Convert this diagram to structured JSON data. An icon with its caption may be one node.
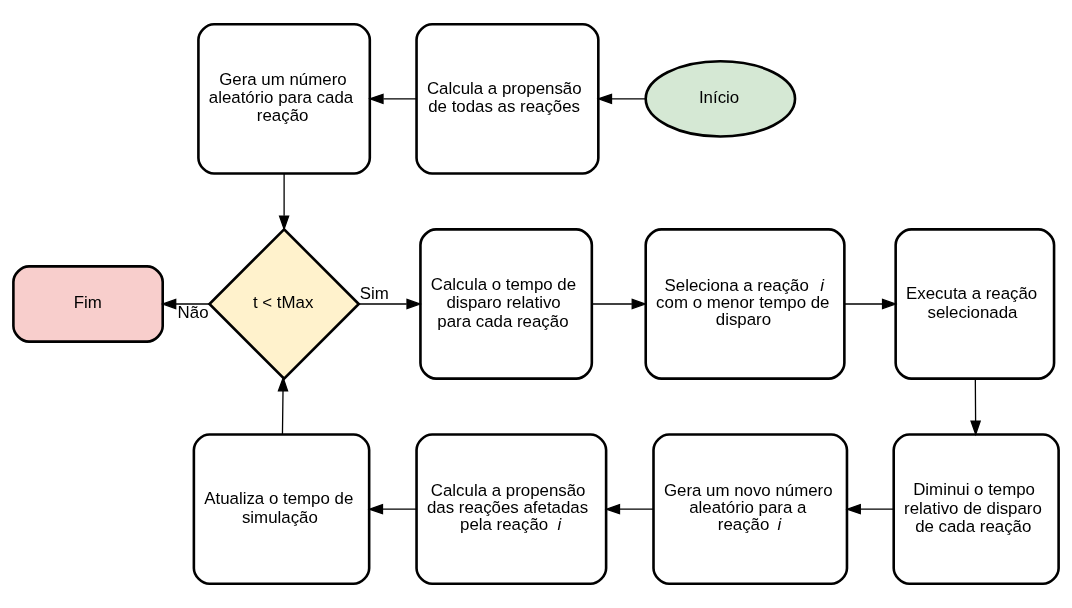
{
  "diagram": {
    "nodes": [
      {
        "text": [
          "Início"
        ]
      },
      {
        "text": [
          "Calcula a propensão de todas as reações"
        ]
      },
      {
        "text": [
          "Gera um número aleatório para cada reação"
        ]
      },
      {
        "text": [
          "t < tMax"
        ]
      },
      {
        "text": [
          "Fim"
        ]
      },
      {
        "text": [
          "Calcula o tempo de disparo relativo para cada reação"
        ]
      },
      {
        "text": [
          "Seleciona a reação *i* com o menor tempo de disparo"
        ]
      },
      {
        "text": [
          "Executa a reação selecionada"
        ]
      },
      {
        "text": [
          "Diminui o tempo relativo de disparo de cada reação"
        ]
      },
      {
        "text": [
          "Gera um novo número aleatório para a reação *i*"
        ]
      },
      {
        "text": [
          "Calcula a propensão das reações afetadas pela reação *i*"
        ]
      },
      {
        "text": [
          "Atualiza o tempo de simulação"
        ]
      }
    ],
    "edges": [
      {
        "from": 0,
        "to": 1,
        "arrow": "to"
      },
      {
        "from": 1,
        "to": 2,
        "arrow": "to"
      },
      {
        "from": 2,
        "to": 3,
        "arrow": "to"
      },
      {
        "from": 3,
        "to": 4,
        "arrow": "to",
        "label": "Não"
      },
      {
        "from": 3,
        "to": 5,
        "arrow": "to",
        "label": "Sim"
      },
      {
        "from": 5,
        "to": 6,
        "arrow": "to"
      },
      {
        "from": 6,
        "to": 7,
        "arrow": "to"
      },
      {
        "from": 7,
        "to": 8,
        "arrow": "to"
      },
      {
        "from": 8,
        "to": 9,
        "arrow": "to"
      },
      {
        "from": 9,
        "to": 10,
        "arrow": "to"
      },
      {
        "from": 10,
        "to": 11,
        "arrow": "to"
      },
      {
        "from": 11,
        "to": 3,
        "arrow": "to"
      }
    ]
  }
}
